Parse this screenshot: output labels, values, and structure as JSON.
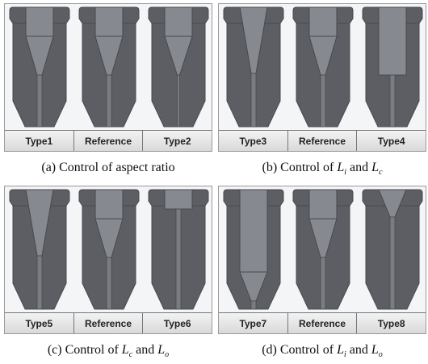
{
  "panels": [
    {
      "labels": [
        "Type1",
        "Reference",
        "Type2"
      ],
      "caption": {
        "prefix": "(a) Control of aspect ratio",
        "parts": []
      }
    },
    {
      "labels": [
        "Type3",
        "Reference",
        "Type4"
      ],
      "caption": {
        "prefix": "(b) Control of ",
        "parts": [
          {
            "sym": "L",
            "sub": "i"
          },
          {
            "text": " and "
          },
          {
            "sym": "L",
            "sub": "c"
          }
        ]
      }
    },
    {
      "labels": [
        "Type5",
        "Reference",
        "Type6"
      ],
      "caption": {
        "prefix": "(c) Control of ",
        "parts": [
          {
            "sym": "L",
            "sub": "c"
          },
          {
            "text": " and "
          },
          {
            "sym": "L",
            "sub": "o"
          }
        ]
      }
    },
    {
      "labels": [
        "Type7",
        "Reference",
        "Type8"
      ],
      "caption": {
        "prefix": "(d) Control of ",
        "parts": [
          {
            "sym": "L",
            "sub": "i"
          },
          {
            "text": " and "
          },
          {
            "sym": "L",
            "sub": "o"
          }
        ]
      }
    }
  ],
  "colors": {
    "body": "#5c5e64",
    "body_dark": "#47494e",
    "background": "#f4f5f7",
    "cone": "#868990",
    "orifice": "#7a7c82"
  }
}
